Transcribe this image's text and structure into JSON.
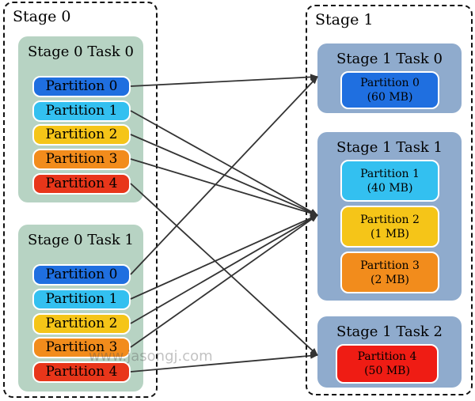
{
  "stage0": {
    "title": "Stage 0",
    "tasks": [
      {
        "title": "Stage 0 Task 0",
        "partitions": [
          "Partition 0",
          "Partition 1",
          "Partition 2",
          "Partition 3",
          "Partition 4"
        ]
      },
      {
        "title": "Stage 0 Task 1",
        "partitions": [
          "Partition 0",
          "Partition 1",
          "Partition 2",
          "Partition 3",
          "Partition 4"
        ]
      }
    ]
  },
  "stage1": {
    "title": "Stage 1",
    "tasks": [
      {
        "title": "Stage 1 Task 0",
        "partitions": [
          {
            "name": "Partition 0",
            "size": "(60 MB)"
          }
        ]
      },
      {
        "title": "Stage 1 Task 1",
        "partitions": [
          {
            "name": "Partition 1",
            "size": "(40 MB)"
          },
          {
            "name": "Partition 2",
            "size": "(1 MB)"
          },
          {
            "name": "Partition 3",
            "size": "(2 MB)"
          }
        ]
      },
      {
        "title": "Stage 1 Task 2",
        "partitions": [
          {
            "name": "Partition 4",
            "size": "(50 MB)"
          }
        ]
      }
    ]
  },
  "watermark": "www.jasongj.com",
  "colors": {
    "partition_0": "#1f6fe0",
    "partition_1": "#33c0f0",
    "partition_2": "#f5c518",
    "partition_3": "#f28c1c",
    "partition_4": "#e8361a",
    "stage0_task_bg": "#b7d3c3",
    "stage1_task_bg": "#8fabcd"
  }
}
